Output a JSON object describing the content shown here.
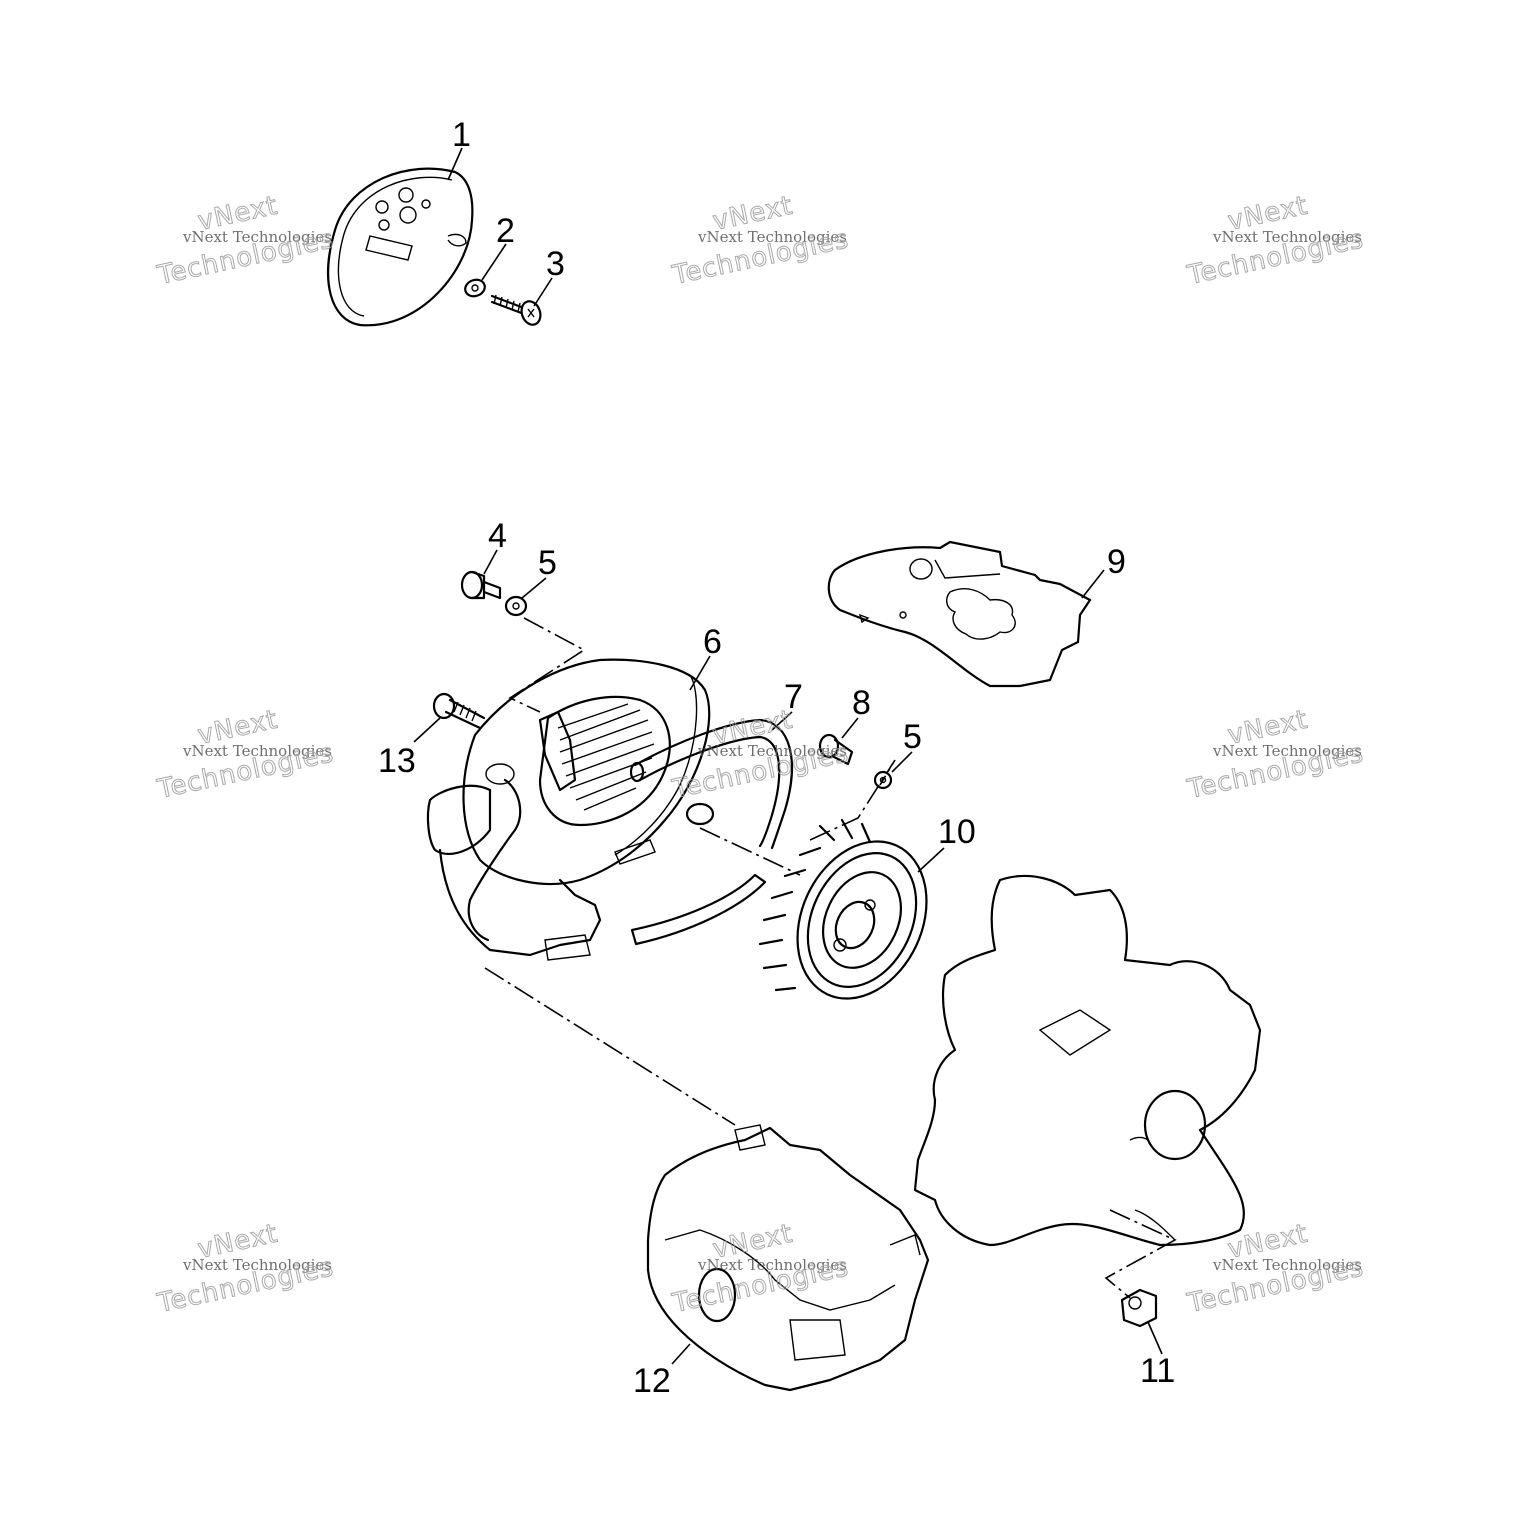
{
  "diagram": {
    "callouts": [
      "1",
      "2",
      "3",
      "4",
      "5",
      "6",
      "7",
      "8",
      "5",
      "9",
      "10",
      "11",
      "12",
      "13"
    ],
    "watermark": {
      "line_small": "vNext Technologies",
      "line_big_1": "vNext",
      "line_big_2": "Technologies"
    }
  }
}
